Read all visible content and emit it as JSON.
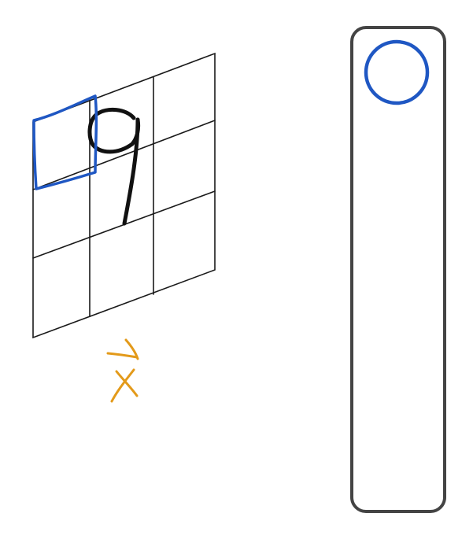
{
  "grid": {
    "rows": 3,
    "columns": 3,
    "highlighted_cell": {
      "row": 1,
      "column": 1
    }
  },
  "digit": "9",
  "vector_label": "x",
  "colors": {
    "background": "#ffffff",
    "grid_line": "#1a1a1a",
    "digit": "#111111",
    "highlight": "#1f57c3",
    "vector_label": "#e39a1a",
    "column_outline": "#444444",
    "column_circle": "#1f57c3"
  },
  "column_vector": {
    "highlighted_entry": 1
  }
}
